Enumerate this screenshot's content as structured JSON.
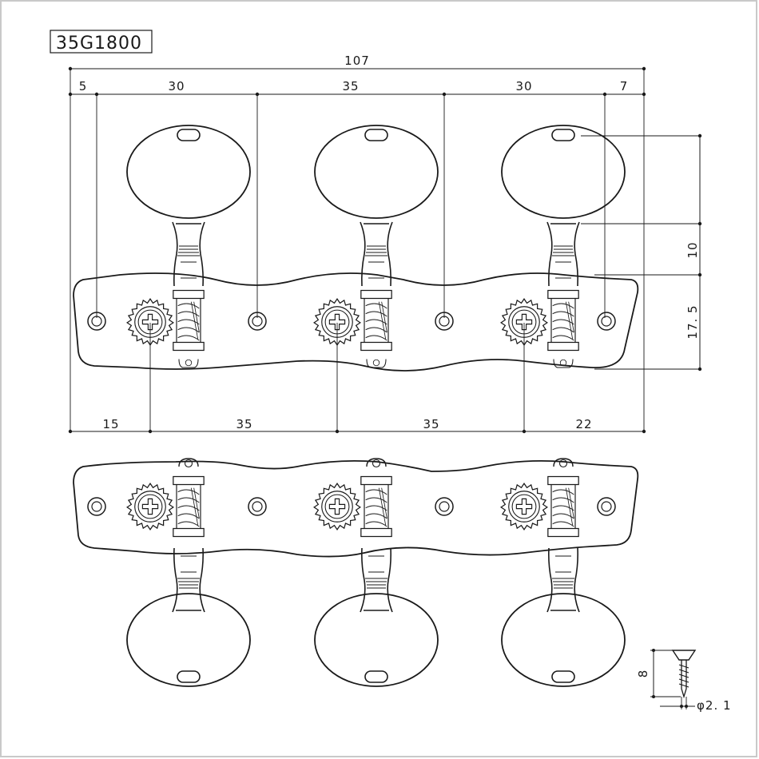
{
  "model_number": "35G1800",
  "top_dimensions": {
    "overall": "107",
    "post_spacing": [
      "5",
      "30",
      "35",
      "30",
      "7"
    ]
  },
  "bottom_dimensions": [
    "15",
    "35",
    "35",
    "22"
  ],
  "side_dimensions": {
    "knob_to_plate": "10",
    "plate_height": "17. 5"
  },
  "screw": {
    "length": "8",
    "diameter": "φ2. 1"
  },
  "colors": {
    "line": "#1a1a1a",
    "background": "#ffffff",
    "frame": "#bbbbbb"
  }
}
